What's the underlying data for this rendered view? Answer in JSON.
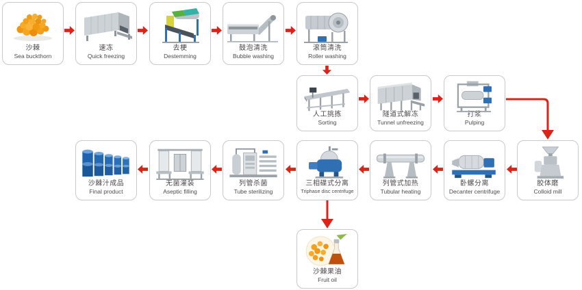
{
  "diagram": {
    "subject": "Sea buckthorn juice processing line flow chart",
    "colors": {
      "arrow_red": "#dc2318",
      "box_border": "#c9c9c9",
      "label_text": "#4d4a4a",
      "drum_blue": "#1e63ad",
      "berry_orange": "#f3a01b"
    }
  },
  "nodes": [
    {
      "id": "sea-buckthorn",
      "zh": "沙棘",
      "en": "Sea buckthorn"
    },
    {
      "id": "quick-freezing",
      "zh": "速冻",
      "en": "Quick freezing"
    },
    {
      "id": "destemming",
      "zh": "去梗",
      "en": "Destemming"
    },
    {
      "id": "bubble-washing",
      "zh": "鼓泡清洗",
      "en": "Bubble washing"
    },
    {
      "id": "roller-washing",
      "zh": "滚筒清洗",
      "en": "Roller washing"
    },
    {
      "id": "sorting",
      "zh": "人工挑拣",
      "en": "Sorting"
    },
    {
      "id": "tunnel-unfreezing",
      "zh": "隧道式解冻",
      "en": "Tunnel unfreezing"
    },
    {
      "id": "pulping",
      "zh": "打浆",
      "en": "Pulping"
    },
    {
      "id": "colloid-mill",
      "zh": "胶体磨",
      "en": "Colloid mill"
    },
    {
      "id": "decanter-centrifuge",
      "zh": "卧螺分离",
      "en": "Decanter centrifuge"
    },
    {
      "id": "tubular-heating",
      "zh": "列管式加热",
      "en": "Tubular heating"
    },
    {
      "id": "triphase-disc-centrifuge",
      "zh": "三相碟式分离",
      "en": "Triphase disc centrifuge"
    },
    {
      "id": "tube-sterilizing",
      "zh": "列管杀菌",
      "en": "Tube sterilizing"
    },
    {
      "id": "aseptic-filling",
      "zh": "无菌灌装",
      "en": "Aseptic filling"
    },
    {
      "id": "final-product",
      "zh": "沙棘汁成品",
      "en": "Final product"
    },
    {
      "id": "fruit-oil",
      "zh": "沙棘果油",
      "en": "Fruit oil"
    }
  ],
  "edges": [
    {
      "from": "sea-buckthorn",
      "to": "quick-freezing",
      "direction": "right"
    },
    {
      "from": "quick-freezing",
      "to": "destemming",
      "direction": "right"
    },
    {
      "from": "destemming",
      "to": "bubble-washing",
      "direction": "right"
    },
    {
      "from": "bubble-washing",
      "to": "roller-washing",
      "direction": "right"
    },
    {
      "from": "roller-washing",
      "to": "sorting",
      "direction": "down"
    },
    {
      "from": "sorting",
      "to": "tunnel-unfreezing",
      "direction": "right"
    },
    {
      "from": "tunnel-unfreezing",
      "to": "pulping",
      "direction": "right"
    },
    {
      "from": "pulping",
      "to": "colloid-mill",
      "direction": "elbow-right-down"
    },
    {
      "from": "colloid-mill",
      "to": "decanter-centrifuge",
      "direction": "left"
    },
    {
      "from": "decanter-centrifuge",
      "to": "tubular-heating",
      "direction": "left"
    },
    {
      "from": "tubular-heating",
      "to": "triphase-disc-centrifuge",
      "direction": "left"
    },
    {
      "from": "triphase-disc-centrifuge",
      "to": "tube-sterilizing",
      "direction": "left"
    },
    {
      "from": "tube-sterilizing",
      "to": "aseptic-filling",
      "direction": "left"
    },
    {
      "from": "aseptic-filling",
      "to": "final-product",
      "direction": "left"
    },
    {
      "from": "triphase-disc-centrifuge",
      "to": "fruit-oil",
      "direction": "down"
    }
  ]
}
